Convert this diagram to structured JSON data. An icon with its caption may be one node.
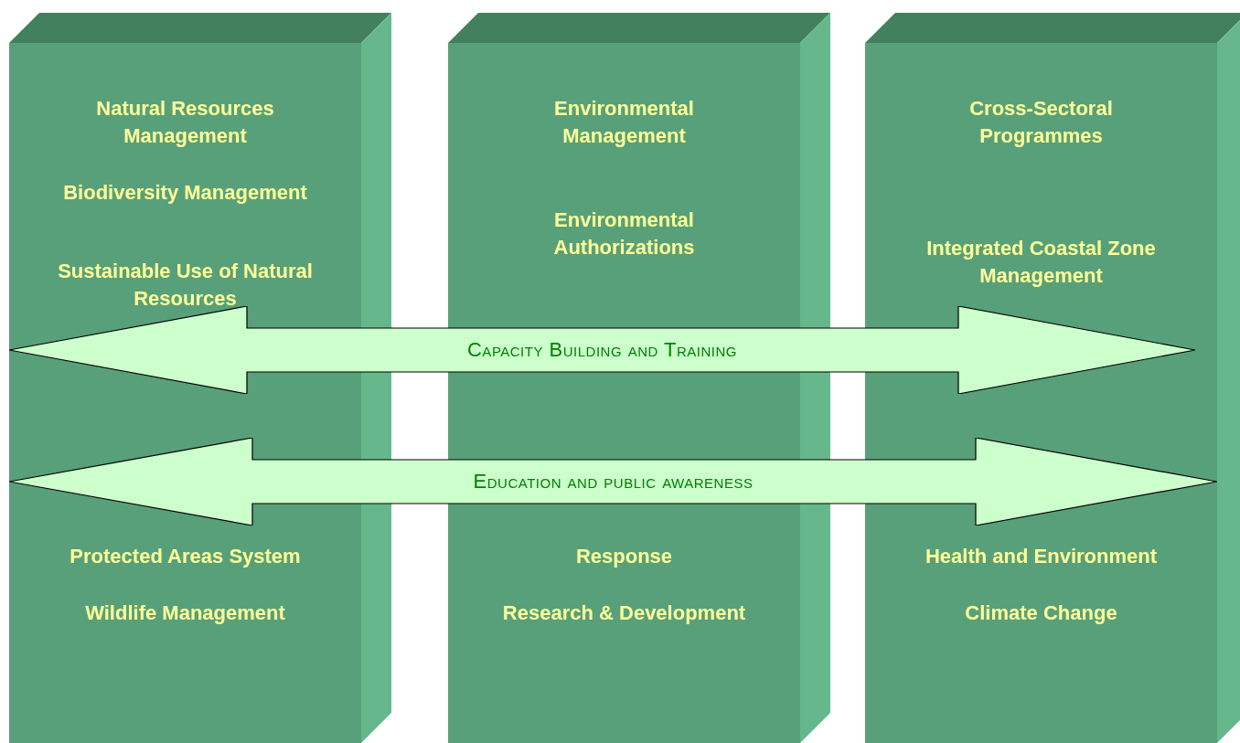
{
  "diagram": {
    "nodes": [
      {
        "text": [
          "Natural Resources Management",
          "Biodiversity Management",
          "Sustainable Use of Natural Resources",
          "Protected Areas System",
          "Wildlife Management"
        ]
      },
      {
        "text": [
          "Environmental Management",
          "Environmental Authorizations",
          "Response",
          "Research & Development"
        ]
      },
      {
        "text": [
          "Cross-Sectoral Programmes",
          "Integrated Coastal Zone Management",
          "Health and Environment",
          "Climate Change"
        ]
      },
      {
        "text": [
          "Capacity Building and Training"
        ]
      },
      {
        "text": [
          "Education and public awareness"
        ]
      }
    ]
  }
}
